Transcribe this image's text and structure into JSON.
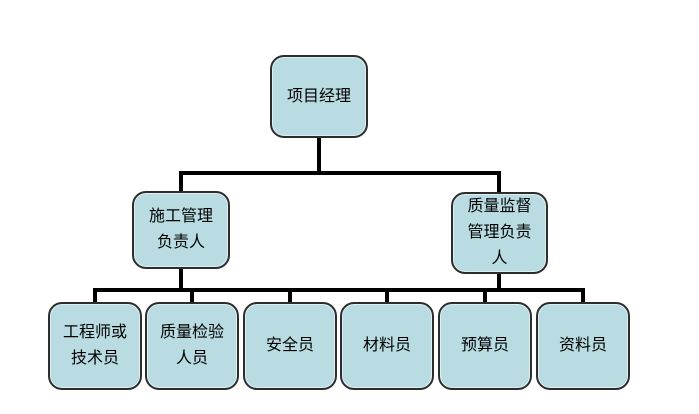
{
  "org": {
    "root": {
      "label": "项目经理"
    },
    "managers": [
      {
        "label": "施工管理\n负责人"
      },
      {
        "label": "质量监督\n管理负责\n人"
      }
    ],
    "staff": [
      {
        "label": "工程师或\n技术员"
      },
      {
        "label": "质量检验\n人员"
      },
      {
        "label": "安全员"
      },
      {
        "label": "材料员"
      },
      {
        "label": "预算员"
      },
      {
        "label": "资料员"
      }
    ],
    "hierarchy": {
      "项目经理": {
        "施工管理负责人": [
          "工程师或技术员",
          "质量检验人员",
          "安全员",
          "材料员",
          "预算员",
          "资料员"
        ],
        "质量监督管理负责人": [
          "工程师或技术员",
          "质量检验人员",
          "安全员",
          "材料员",
          "预算员",
          "资料员"
        ]
      }
    }
  },
  "colors": {
    "background": "#ffffff",
    "node_fill": "#b8dce1",
    "node_border": "#2d2d2d",
    "connector": "#000000",
    "text": "#000000"
  }
}
